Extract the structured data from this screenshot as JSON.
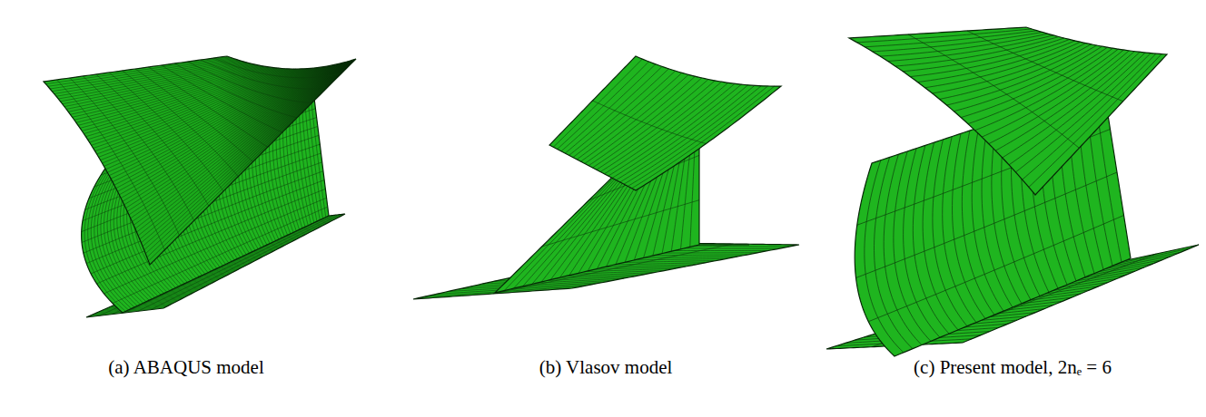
{
  "diagram": {
    "labels": [
      "(a) ABAQUS model",
      "(b) Vlasov model",
      "(c) Present model, 2nₑ = 6"
    ]
  }
}
